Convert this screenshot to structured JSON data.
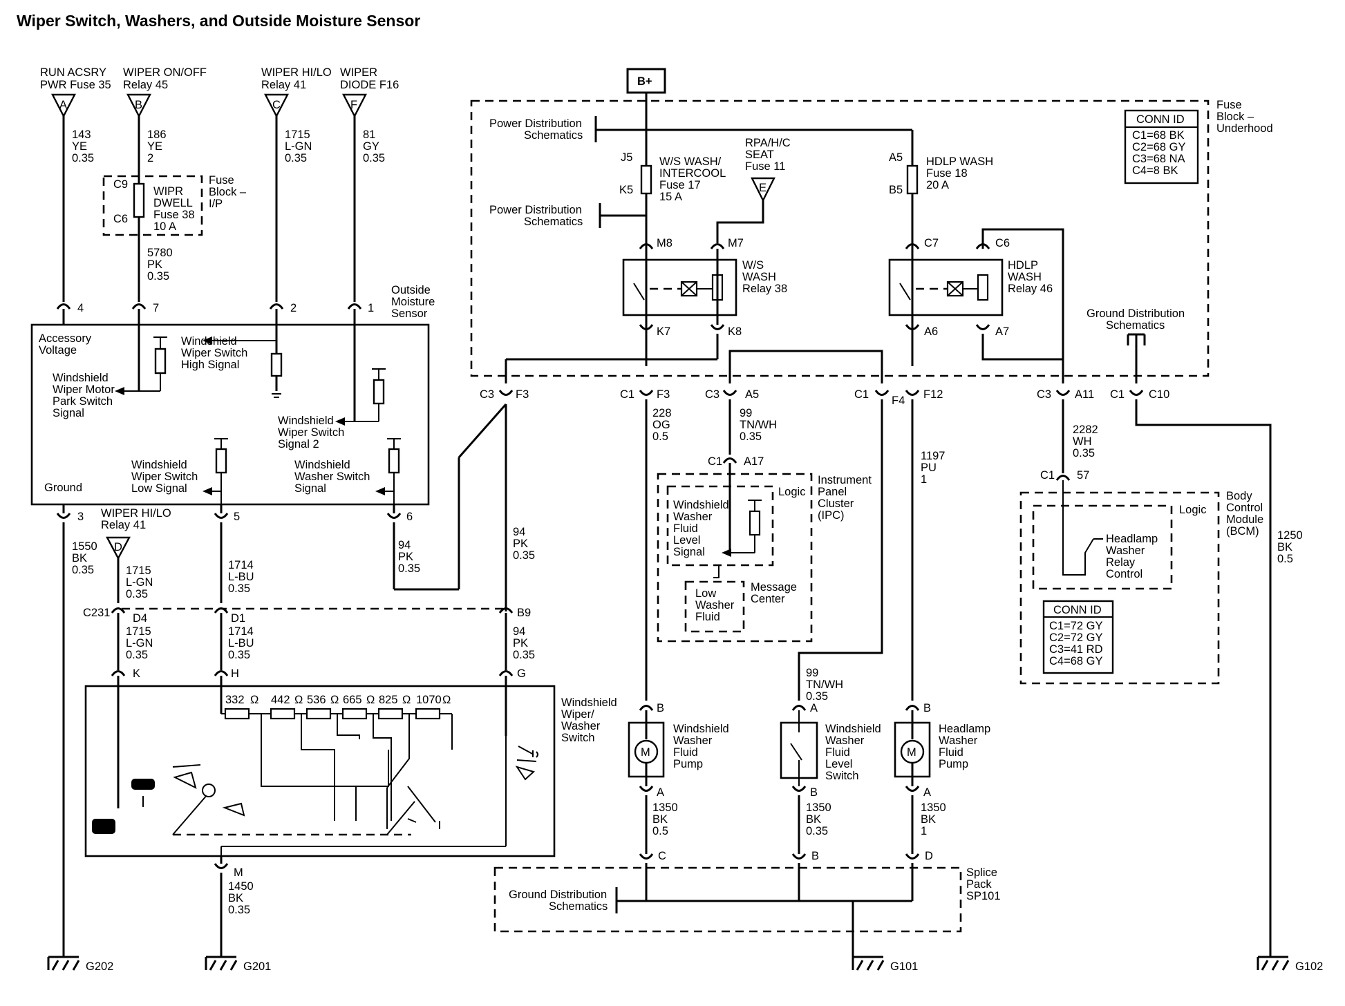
{
  "title": "Wiper Switch, Washers, and Outside Moisture Sensor",
  "labels": {
    "t1": "RUN ACSRY",
    "t2": "PWR Fuse 35",
    "t3": "WIPER ON/OFF",
    "t4": "Relay 45",
    "t5": "WIPER HI/LO",
    "t6": "Relay 41",
    "t7": "WIPER",
    "t8": "DIODE F16",
    "bplus": "B+",
    "fb1": "Fuse",
    "fb2": "Block –",
    "fb3": "Underhood",
    "pd1a": "Power Distribution",
    "pd1b": "Schematics",
    "pd2a": "Power Distribution",
    "pd2b": "Schematics",
    "j5": "J5",
    "k5": "K5",
    "a5": "A5",
    "b5": "B5",
    "f17a": "W/S WASH/",
    "f17b": "INTERCOOL",
    "f17c": "Fuse 17",
    "f17d": "15 A",
    "rpa1": "RPA/H/C",
    "rpa2": "SEAT",
    "rpa3": "Fuse 11",
    "f18a": "HDLP WASH",
    "f18b": "Fuse 18",
    "f18c": "20 A",
    "cid1_title": "CONN ID",
    "cid1_a": "C1=68 BK",
    "cid1_b": "C2=68 GY",
    "cid1_c": "C3=68 NA",
    "cid1_d": "C4=8 BK",
    "m8": "M8",
    "m7": "M7",
    "c7": "C7",
    "c6": "C6",
    "r38a": "W/S",
    "r38b": "WASH",
    "r38c": "Relay 38",
    "r46a": "HDLP",
    "r46b": "WASH",
    "r46c": "Relay 46",
    "k7": "K7",
    "k8": "K8",
    "a6": "A6",
    "a7": "A7",
    "gd1a": "Ground Distribution",
    "gd1b": "Schematics",
    "w143a": "143",
    "w143b": "YE",
    "w143c": "0.35",
    "w186a": "186",
    "w186b": "YE",
    "w186c": "2",
    "w1715a": "1715",
    "w1715b": "L-GN",
    "w1715c": "0.35",
    "w81a": "81",
    "w81b": "GY",
    "w81c": "0.35",
    "c9": "C9",
    "c6b": "C6",
    "wd1": "WIPR",
    "wd2": "DWELL",
    "wd3": "Fuse 38",
    "wd4": "10 A",
    "fbip1": "Fuse",
    "fbip2": "Block –",
    "fbip3": "I/P",
    "w5780a": "5780",
    "w5780b": "PK",
    "w5780c": "0.35",
    "p4": "4",
    "p7": "7",
    "p2": "2",
    "p1": "1",
    "oms1": "Outside",
    "oms2": "Moisture",
    "oms3": "Sensor",
    "av1": "Accessory",
    "av2": "Voltage",
    "hs1": "Windshield",
    "hs2": "Wiper Switch",
    "hs3": "High Signal",
    "pk1": "Windshield",
    "pk2": "Wiper Motor",
    "pk3": "Park Switch",
    "pk4": "Signal",
    "s21": "Windshield",
    "s22": "Wiper Switch",
    "s23": "Signal 2",
    "ls1": "Windshield",
    "ls2": "Wiper Switch",
    "ls3": "Low Signal",
    "ws1": "Windshield",
    "ws2": "Washer Switch",
    "ws3": "Signal",
    "gnd": "Ground",
    "p3": "3",
    "p5": "5",
    "p6": "6",
    "c3a": "C3",
    "f3": "F3",
    "c1a": "C1",
    "f3b": "F3",
    "c3b": "C3",
    "a5b": "A5",
    "c1b": "C1",
    "f4": "F4",
    "f12": "F12",
    "c3c": "C3",
    "a11": "A11",
    "c1c": "C1",
    "c10": "C10",
    "w228a": "228",
    "w228b": "OG",
    "w228c": "0.5",
    "w99a": "99",
    "w99b": "TN/WH",
    "w99c": "0.35",
    "w1197a": "1197",
    "w1197b": "PU",
    "w1197c": "1",
    "w2282a": "2282",
    "w2282b": "WH",
    "w2282c": "0.35",
    "c1d": "C1",
    "a17": "A17",
    "ipc1": "Instrument",
    "ipc2": "Panel",
    "ipc3": "Cluster",
    "ipc4": "(IPC)",
    "logic1": "Logic",
    "wf1": "Windshield",
    "wf2": "Washer",
    "wf3": "Fluid",
    "wf4": "Level",
    "wf5": "Signal",
    "mc1": "Message",
    "mc2": "Center",
    "lw1": "Low",
    "lw2": "Washer",
    "lw3": "Fluid",
    "c1e": "C1",
    "p57": "57",
    "bcm1": "Body",
    "bcm2": "Control",
    "bcm3": "Module",
    "bcm4": "(BCM)",
    "logic2": "Logic",
    "hw1": "Headlamp",
    "hw2": "Washer",
    "hw3": "Relay",
    "hw4": "Control",
    "cid2_title": "CONN ID",
    "cid2_a": "C1=72 GY",
    "cid2_b": "C2=72 GY",
    "cid2_c": "C3=41 RD",
    "cid2_d": "C4=68 GY",
    "w1250a": "1250",
    "w1250b": "BK",
    "w1250c": "0.5",
    "w94a": "94",
    "w94b": "PK",
    "w94c": "0.35",
    "w94d": "94",
    "w94e": "PK",
    "w94f": "0.35",
    "w1550a": "1550",
    "w1550b": "BK",
    "w1550c": "0.35",
    "dl1": "WIPER HI/LO",
    "dl2": "Relay 41",
    "w1715d": "1715",
    "w1715e": "L-GN",
    "w1715f": "0.35",
    "w1714a": "1714",
    "w1714b": "L-BU",
    "w1714c": "0.35",
    "c231": "C231",
    "d4": "D4",
    "d1": "D1",
    "b9": "B9",
    "w1715g": "1715",
    "w1715h": "L-GN",
    "w1715i": "0.35",
    "w1714d": "1714",
    "w1714e": "L-BU",
    "w1714f": "0.35",
    "w94g": "94",
    "w94h": "PK",
    "w94i": "0.35",
    "pK": "K",
    "pH": "H",
    "pG": "G",
    "r332": "332",
    "r442": "442",
    "r536": "536",
    "r665": "665",
    "r825": "825",
    "r1070": "1070",
    "ohm": "Ω",
    "wws1": "Windshield",
    "wws2": "Wiper/",
    "wws3": "Washer",
    "wws4": "Switch",
    "pB1": "B",
    "pA1": "A",
    "pB2": "B",
    "pB3": "B",
    "pA3": "A",
    "pmp1": "Windshield",
    "pmp2": "Washer",
    "pmp3": "Fluid",
    "pmp4": "Pump",
    "lvl1": "Windshield",
    "lvl2": "Washer",
    "lvl3": "Fluid",
    "lvl4": "Level",
    "lvl5": "Switch",
    "hp1": "Headlamp",
    "hp2": "Washer",
    "hp3": "Fluid",
    "hp4": "Pump",
    "pA2": "A",
    "pB4": "B",
    "pA4": "A",
    "w1350a": "1350",
    "w1350b": "BK",
    "w1350c": "0.5",
    "w1350d": "1350",
    "w1350e": "BK",
    "w1350f": "0.35",
    "w1350g": "1350",
    "w1350h": "BK",
    "w1350i": "1",
    "pC": "C",
    "pBs": "B",
    "pD": "D",
    "sp1": "Splice",
    "sp2": "Pack",
    "sp3": "SP101",
    "gd2a": "Ground Distribution",
    "gd2b": "Schematics",
    "pM": "M",
    "w1450a": "1450",
    "w1450b": "BK",
    "w1450c": "0.35",
    "g202": "G202",
    "g201": "G201",
    "g101": "G101",
    "g102": "G102",
    "motor": "M"
  },
  "terminals": {
    "A": "A",
    "B": "B",
    "C": "C",
    "F": "F",
    "E": "E",
    "D": "D"
  }
}
